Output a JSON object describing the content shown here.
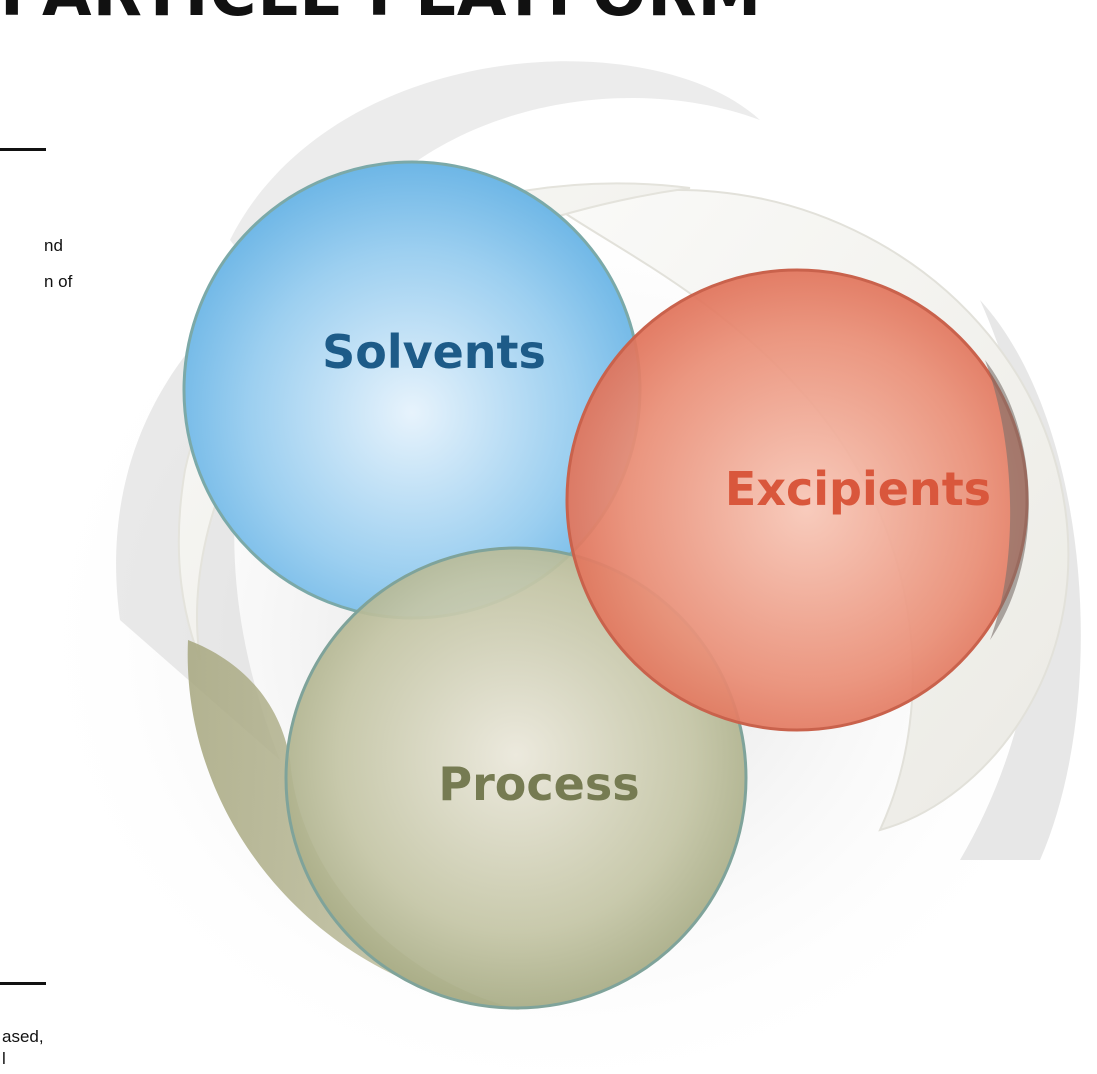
{
  "heading": {
    "text": "PARTICLE PLATFORM"
  },
  "side_text": {
    "top_line_1": "nd",
    "top_line_2": "n of",
    "bottom_line_1": "ased,",
    "bottom_line_2": "l"
  },
  "diagram": {
    "circles": [
      {
        "label": "Solvents",
        "color": "#6db6e6",
        "label_color": "#1d5b88"
      },
      {
        "label": "Excipients",
        "color": "#e3735a",
        "label_color": "#d9573c"
      },
      {
        "label": "Process",
        "color": "#a9ae85",
        "label_color": "#767b52"
      }
    ]
  }
}
